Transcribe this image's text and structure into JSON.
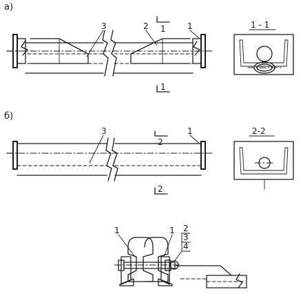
{
  "panels": {
    "a": "а)",
    "b": "б)"
  },
  "view_a": {
    "labels": {
      "l3": "3",
      "l2": "2",
      "l1": "1",
      "cut_top": "1",
      "cut_bottom": "1"
    },
    "section_title": "1 - 1"
  },
  "view_b": {
    "labels": {
      "l3": "3",
      "l1": "1",
      "cut_top": "2",
      "cut_bottom": "2"
    },
    "section_title": "2-2"
  },
  "view_c": {
    "labels": {
      "left1": "1",
      "right1": "1",
      "n2": "2",
      "n3": "3",
      "n4": "4"
    }
  }
}
